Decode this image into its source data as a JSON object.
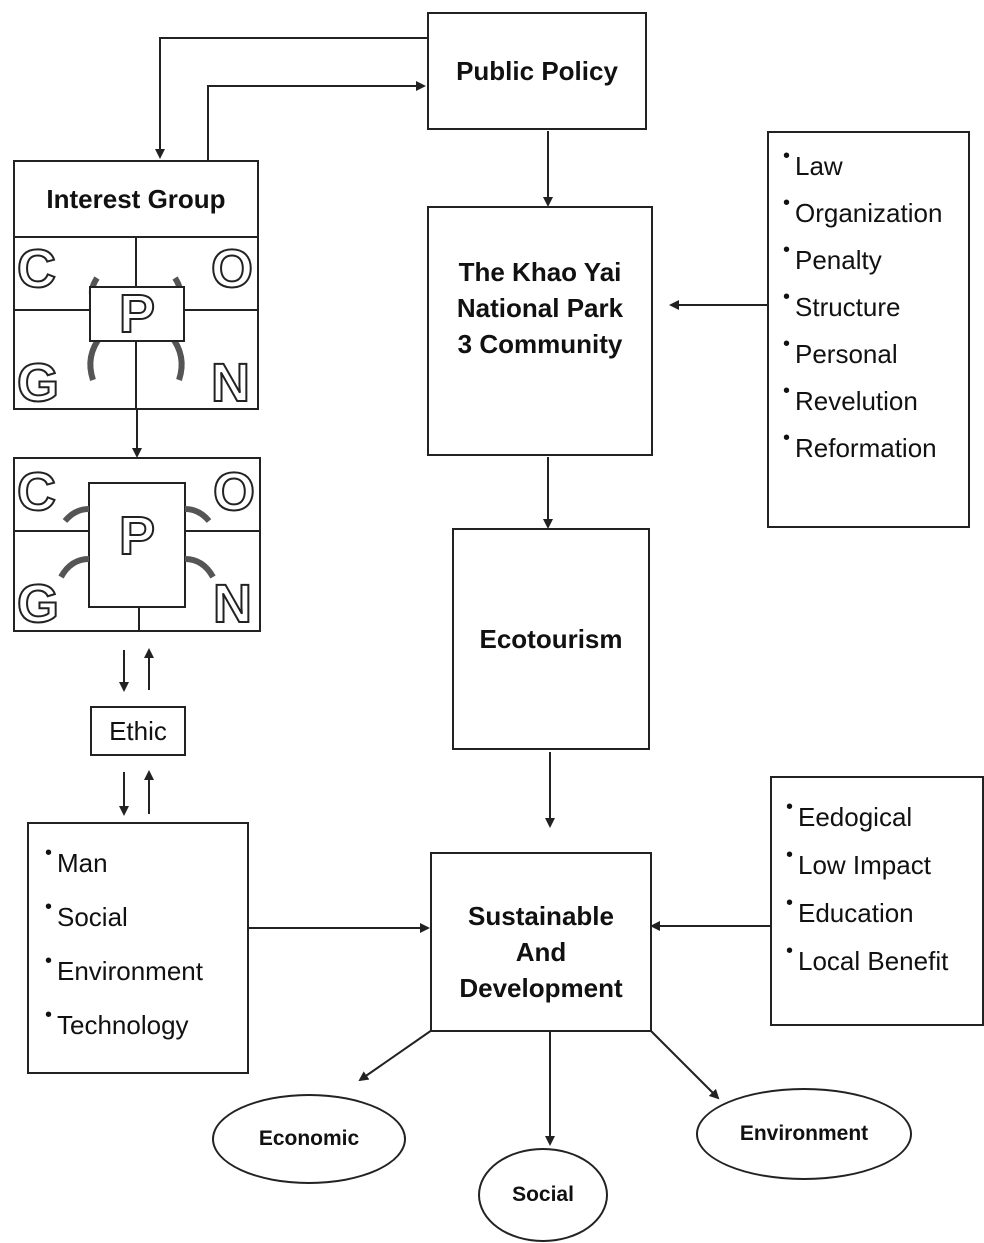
{
  "nodes": {
    "public_policy": "Public Policy",
    "interest_group": "Interest Group",
    "khao_yai": [
      "The Khao Yai",
      "National Park",
      "3 Community"
    ],
    "ecotourism": "Ecotourism",
    "sustainable": [
      "Sustainable",
      "And",
      "Development"
    ],
    "ethic": "Ethic"
  },
  "factors_left": [
    "Man",
    "Social",
    "Environment",
    "Technology"
  ],
  "factors_right_top": [
    "Law",
    "Organization",
    "Penalty",
    "Structure",
    "Personal",
    "Revelution",
    "Reformation"
  ],
  "factors_right_bottom": [
    "Eedogical",
    "Low Impact",
    "Education",
    "Local Benefit"
  ],
  "outcomes": {
    "economic": "Economic",
    "social": "Social",
    "environment": "Environment"
  },
  "grid_letters": {
    "c": "C",
    "o": "O",
    "g": "G",
    "n": "N",
    "p": "P"
  }
}
